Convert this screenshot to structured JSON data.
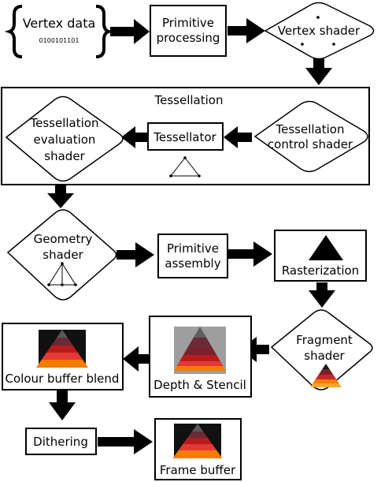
{
  "vertex_data": {
    "label": "Vertex data",
    "bits": "0100101101"
  },
  "primitive_processing": {
    "line1": "Primitive",
    "line2": "processing"
  },
  "vertex_shader": {
    "label": "Vertex shader"
  },
  "tessellation": {
    "title": "Tessellation",
    "control_shader": {
      "line1": "Tessellation",
      "line2": "control shader"
    },
    "tessellator": {
      "label": "Tessellator"
    },
    "evaluation_shader": {
      "line1": "Tessellation",
      "line2": "evaluation",
      "line3": "shader"
    }
  },
  "geometry_shader": {
    "line1": "Geometry",
    "line2": "shader"
  },
  "primitive_assembly": {
    "line1": "Primitive",
    "line2": "assembly"
  },
  "rasterization": {
    "label": "Rasterization"
  },
  "fragment_shader": {
    "line1": "Fragment",
    "line2": "shader"
  },
  "depth_stencil": {
    "label": "Depth & Stencil"
  },
  "colour_buffer_blend": {
    "label": "Colour buffer blend"
  },
  "dithering": {
    "label": "Dithering"
  },
  "frame_buffer": {
    "label": "Frame buffer"
  },
  "colors": {
    "stroke": "#000000",
    "fill": "#ffffff",
    "band_dark_red": "#7a1f2b",
    "band_red": "#c62828",
    "band_orange": "#f57c00",
    "band_grey": "#9e9e9e"
  }
}
